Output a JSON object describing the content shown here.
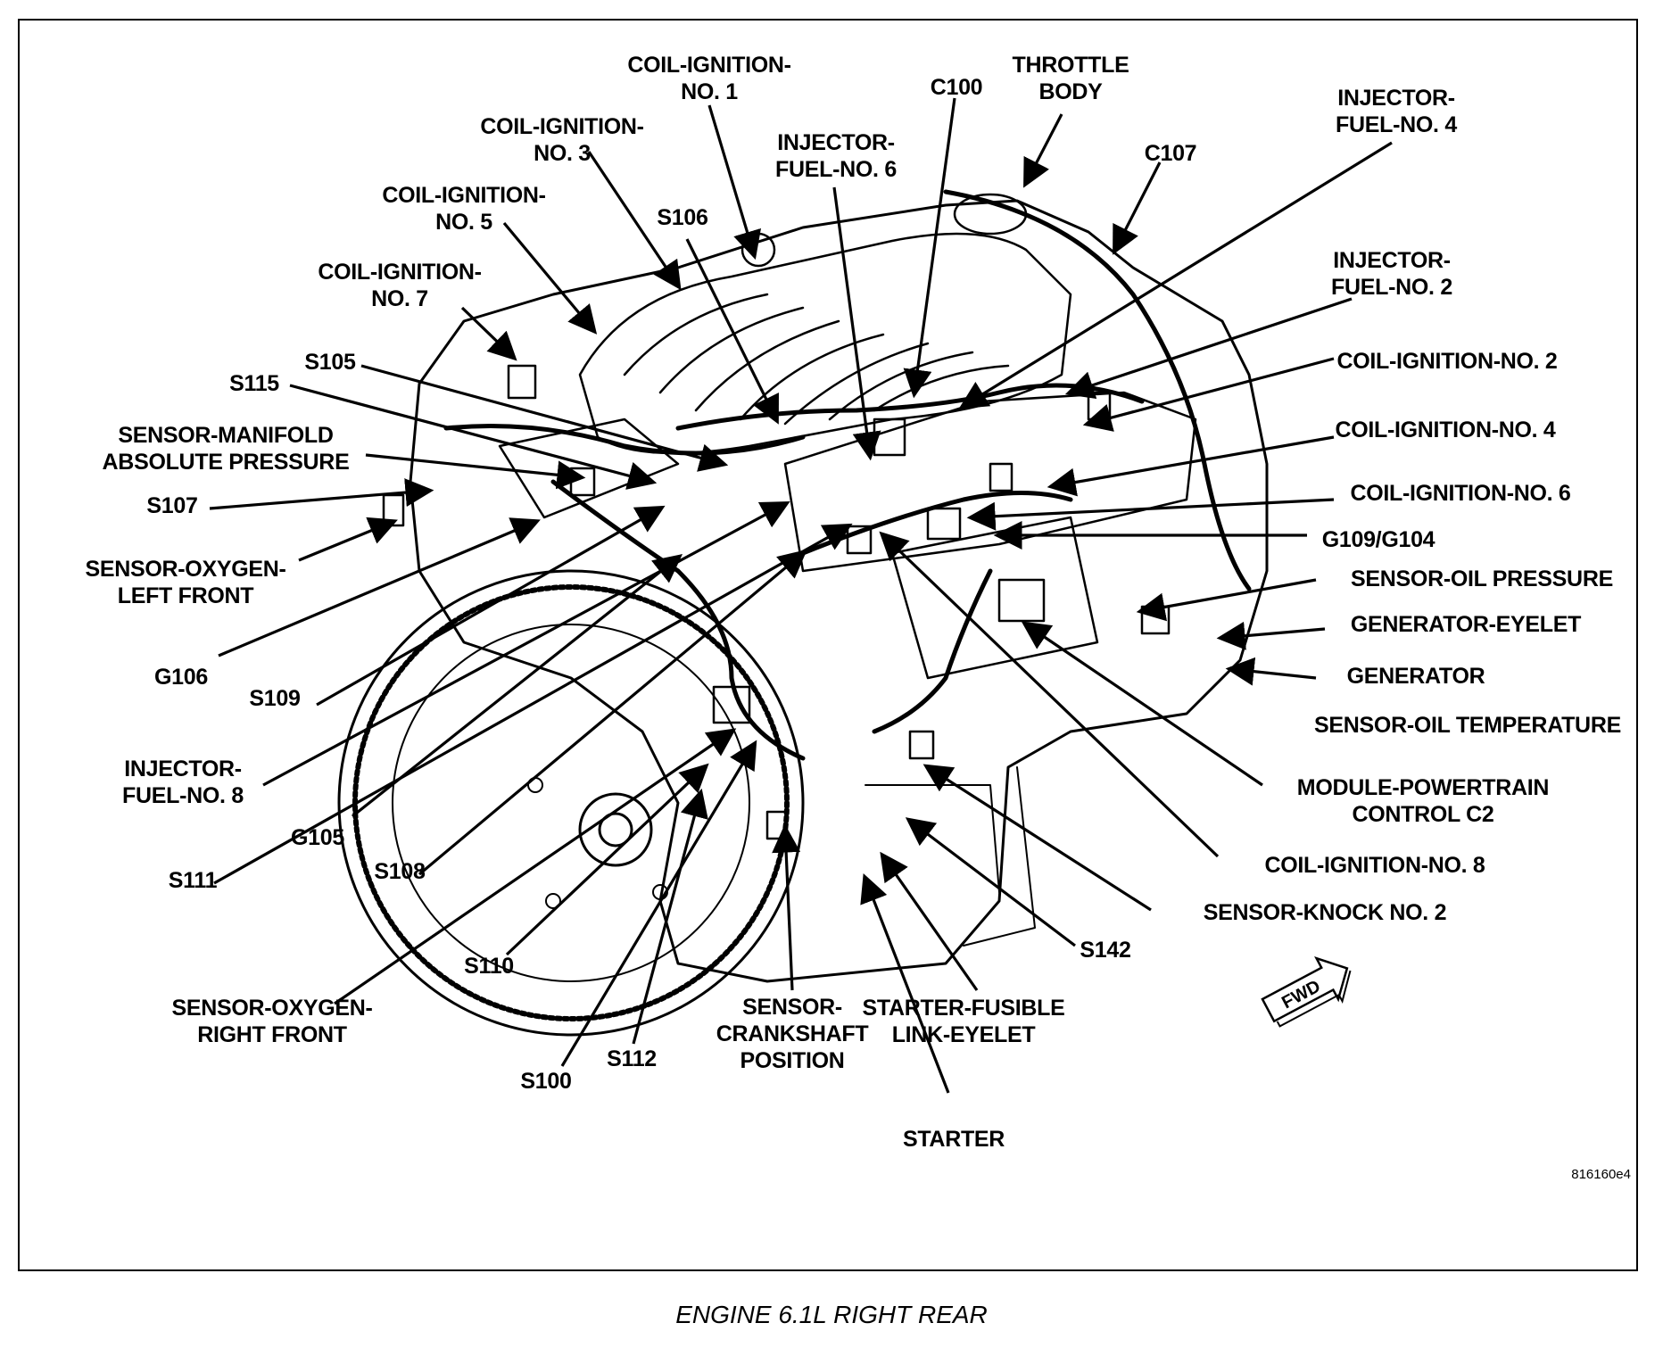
{
  "labels": [
    {
      "id": "coil-ignition-no-1",
      "text": [
        "COIL-IGNITION-",
        "NO. 1"
      ]
    },
    {
      "id": "throttle-body",
      "text": [
        "THROTTLE",
        "BODY"
      ]
    },
    {
      "id": "c100",
      "text": [
        "C100"
      ]
    },
    {
      "id": "injector-fuel-no-4",
      "text": [
        "INJECTOR-",
        "FUEL-NO. 4"
      ]
    },
    {
      "id": "coil-ignition-no-3",
      "text": [
        "COIL-IGNITION-",
        "NO. 3"
      ]
    },
    {
      "id": "injector-fuel-no-6",
      "text": [
        "INJECTOR-",
        "FUEL-NO. 6"
      ]
    },
    {
      "id": "c107",
      "text": [
        "C107"
      ]
    },
    {
      "id": "coil-ignition-no-5",
      "text": [
        "COIL-IGNITION-",
        "NO. 5"
      ]
    },
    {
      "id": "s106",
      "text": [
        "S106"
      ]
    },
    {
      "id": "coil-ignition-no-7",
      "text": [
        "COIL-IGNITION-",
        "NO. 7"
      ]
    },
    {
      "id": "injector-fuel-no-2",
      "text": [
        "INJECTOR-",
        "FUEL-NO. 2"
      ]
    },
    {
      "id": "s105",
      "text": [
        "S105"
      ]
    },
    {
      "id": "s115",
      "text": [
        "S115"
      ]
    },
    {
      "id": "coil-ignition-no-2",
      "text": [
        "COIL-IGNITION-NO. 2"
      ]
    },
    {
      "id": "sensor-manifold-absolute-pressure",
      "text": [
        "SENSOR-MANIFOLD",
        "ABSOLUTE PRESSURE"
      ]
    },
    {
      "id": "coil-ignition-no-4",
      "text": [
        "COIL-IGNITION-NO. 4"
      ]
    },
    {
      "id": "s107",
      "text": [
        "S107"
      ]
    },
    {
      "id": "coil-ignition-no-6",
      "text": [
        "COIL-IGNITION-NO. 6"
      ]
    },
    {
      "id": "g109-g104",
      "text": [
        "G109/G104"
      ]
    },
    {
      "id": "sensor-oxygen-left-front",
      "text": [
        "SENSOR-OXYGEN-",
        "LEFT FRONT"
      ]
    },
    {
      "id": "sensor-oil-pressure",
      "text": [
        "SENSOR-OIL PRESSURE"
      ]
    },
    {
      "id": "generator-eyelet",
      "text": [
        "GENERATOR-EYELET"
      ]
    },
    {
      "id": "g106",
      "text": [
        "G106"
      ]
    },
    {
      "id": "generator",
      "text": [
        "GENERATOR"
      ]
    },
    {
      "id": "s109",
      "text": [
        "S109"
      ]
    },
    {
      "id": "sensor-oil-temperature",
      "text": [
        "SENSOR-OIL TEMPERATURE"
      ]
    },
    {
      "id": "injector-fuel-no-8",
      "text": [
        "INJECTOR-",
        "FUEL-NO. 8"
      ]
    },
    {
      "id": "module-powertrain-control-c2",
      "text": [
        "MODULE-POWERTRAIN",
        "CONTROL C2"
      ]
    },
    {
      "id": "g105",
      "text": [
        "G105"
      ]
    },
    {
      "id": "s111",
      "text": [
        "S111"
      ]
    },
    {
      "id": "s108",
      "text": [
        "S108"
      ]
    },
    {
      "id": "coil-ignition-no-8",
      "text": [
        "COIL-IGNITION-NO. 8"
      ]
    },
    {
      "id": "sensor-knock-no-2",
      "text": [
        "SENSOR-KNOCK NO. 2"
      ]
    },
    {
      "id": "s142",
      "text": [
        "S142"
      ]
    },
    {
      "id": "s110",
      "text": [
        "S110"
      ]
    },
    {
      "id": "sensor-oxygen-right-front",
      "text": [
        "SENSOR-OXYGEN-",
        "RIGHT FRONT"
      ]
    },
    {
      "id": "sensor-crankshaft-position",
      "text": [
        "SENSOR-",
        "CRANKSHAFT",
        "POSITION"
      ]
    },
    {
      "id": "starter-fusible-link-eyelet",
      "text": [
        "STARTER-FUSIBLE",
        "LINK-EYELET"
      ]
    },
    {
      "id": "s112",
      "text": [
        "S112"
      ]
    },
    {
      "id": "s100",
      "text": [
        "S100"
      ]
    },
    {
      "id": "starter",
      "text": [
        "STARTER"
      ]
    }
  ],
  "direction_indicator": "FWD",
  "figure_id": "816160e4",
  "caption": "ENGINE 6.1L RIGHT REAR"
}
